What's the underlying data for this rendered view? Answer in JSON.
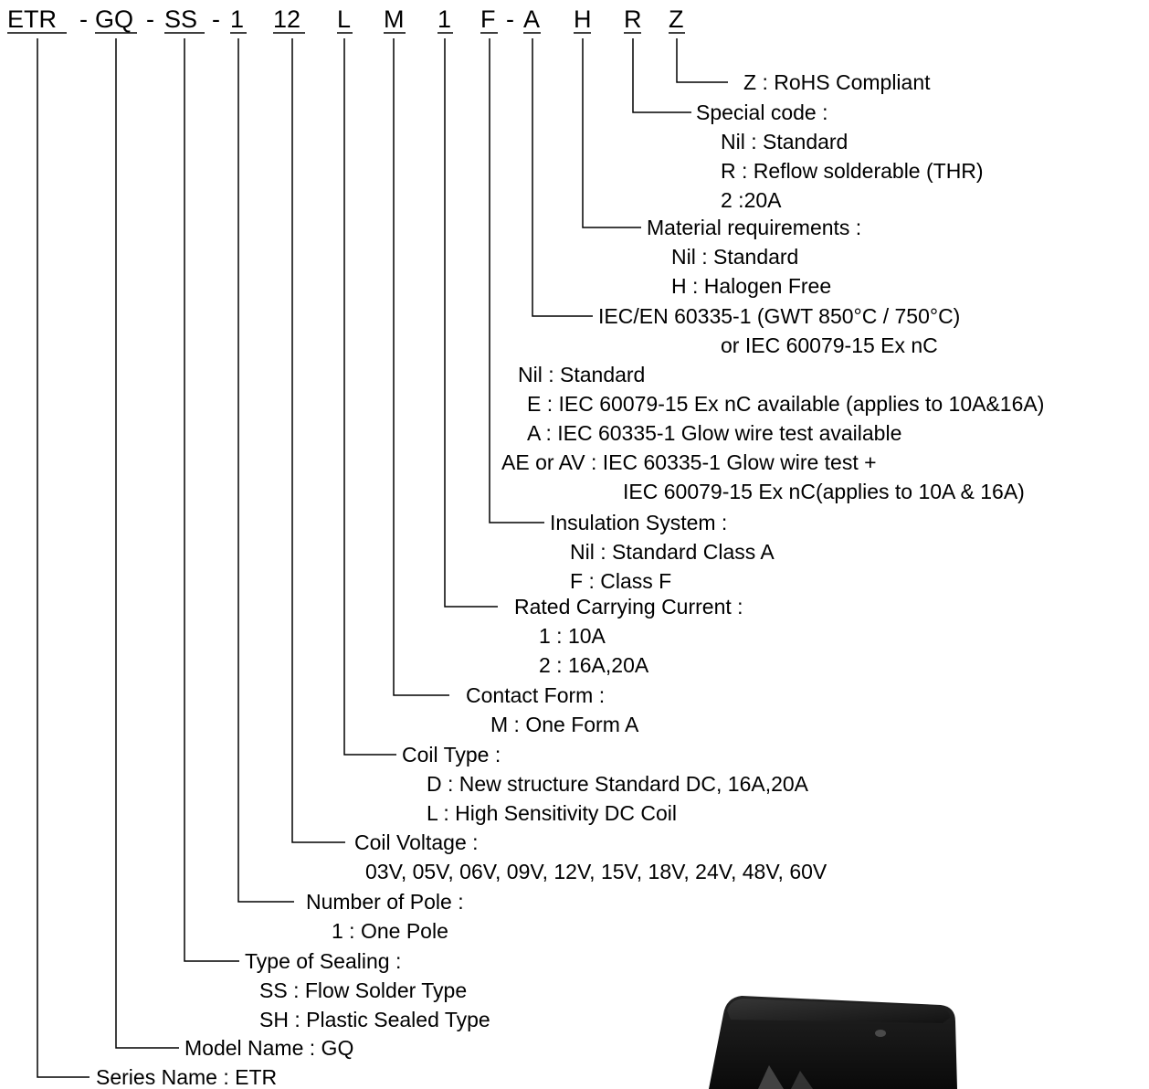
{
  "part_code": [
    "ETR",
    "-",
    "GQ",
    "-",
    "SS",
    "-",
    "1",
    "12",
    "L",
    "M",
    "1",
    "F",
    "-",
    "A",
    "H",
    "R",
    "Z"
  ],
  "fields": [
    {
      "key": "z",
      "lines": [
        "Z : RoHS Compliant"
      ]
    },
    {
      "key": "r",
      "lines": [
        "Special code :",
        "Nil : Standard",
        "R : Reflow solderable (THR)",
        "2 :20A"
      ]
    },
    {
      "key": "h",
      "lines": [
        "Material requirements :",
        "Nil : Standard",
        "H : Halogen Free"
      ]
    },
    {
      "key": "a",
      "lines": [
        "IEC/EN 60335-1 (GWT 850°C / 750°C)",
        "or IEC 60079-15 Ex nC",
        "Nil : Standard",
        "E : IEC 60079-15 Ex nC available (applies to 10A&16A)",
        "A : IEC 60335-1 Glow wire test available",
        "AE or AV : IEC 60335-1 Glow wire test +",
        "IEC 60079-15 Ex nC(applies to 10A & 16A)"
      ]
    },
    {
      "key": "f",
      "lines": [
        "Insulation System :",
        "Nil : Standard Class A",
        "F : Class F"
      ]
    },
    {
      "key": "current",
      "lines": [
        "Rated Carrying Current :",
        "1 : 10A",
        "2 : 16A,20A"
      ]
    },
    {
      "key": "m",
      "lines": [
        "Contact Form :",
        "M : One Form A"
      ]
    },
    {
      "key": "l",
      "lines": [
        "Coil Type :",
        "D : New structure Standard DC, 16A,20A",
        "L : High Sensitivity DC Coil"
      ]
    },
    {
      "key": "voltage",
      "lines": [
        "Coil Voltage :",
        "03V, 05V, 06V, 09V, 12V, 15V, 18V, 24V, 48V, 60V"
      ]
    },
    {
      "key": "pole",
      "lines": [
        "Number of Pole :",
        "1 : One Pole"
      ]
    },
    {
      "key": "ss",
      "lines": [
        "Type of Sealing :",
        "SS : Flow Solder Type",
        "SH : Plastic Sealed Type"
      ]
    },
    {
      "key": "gq",
      "lines": [
        "Model Name : GQ"
      ]
    },
    {
      "key": "etr",
      "lines": [
        "Series Name : ETR"
      ]
    }
  ],
  "colors": {
    "text": "#000000",
    "relay_body": "#1c1c1c",
    "background": "#ffffff"
  },
  "image": {
    "icon": "relay-photo"
  }
}
